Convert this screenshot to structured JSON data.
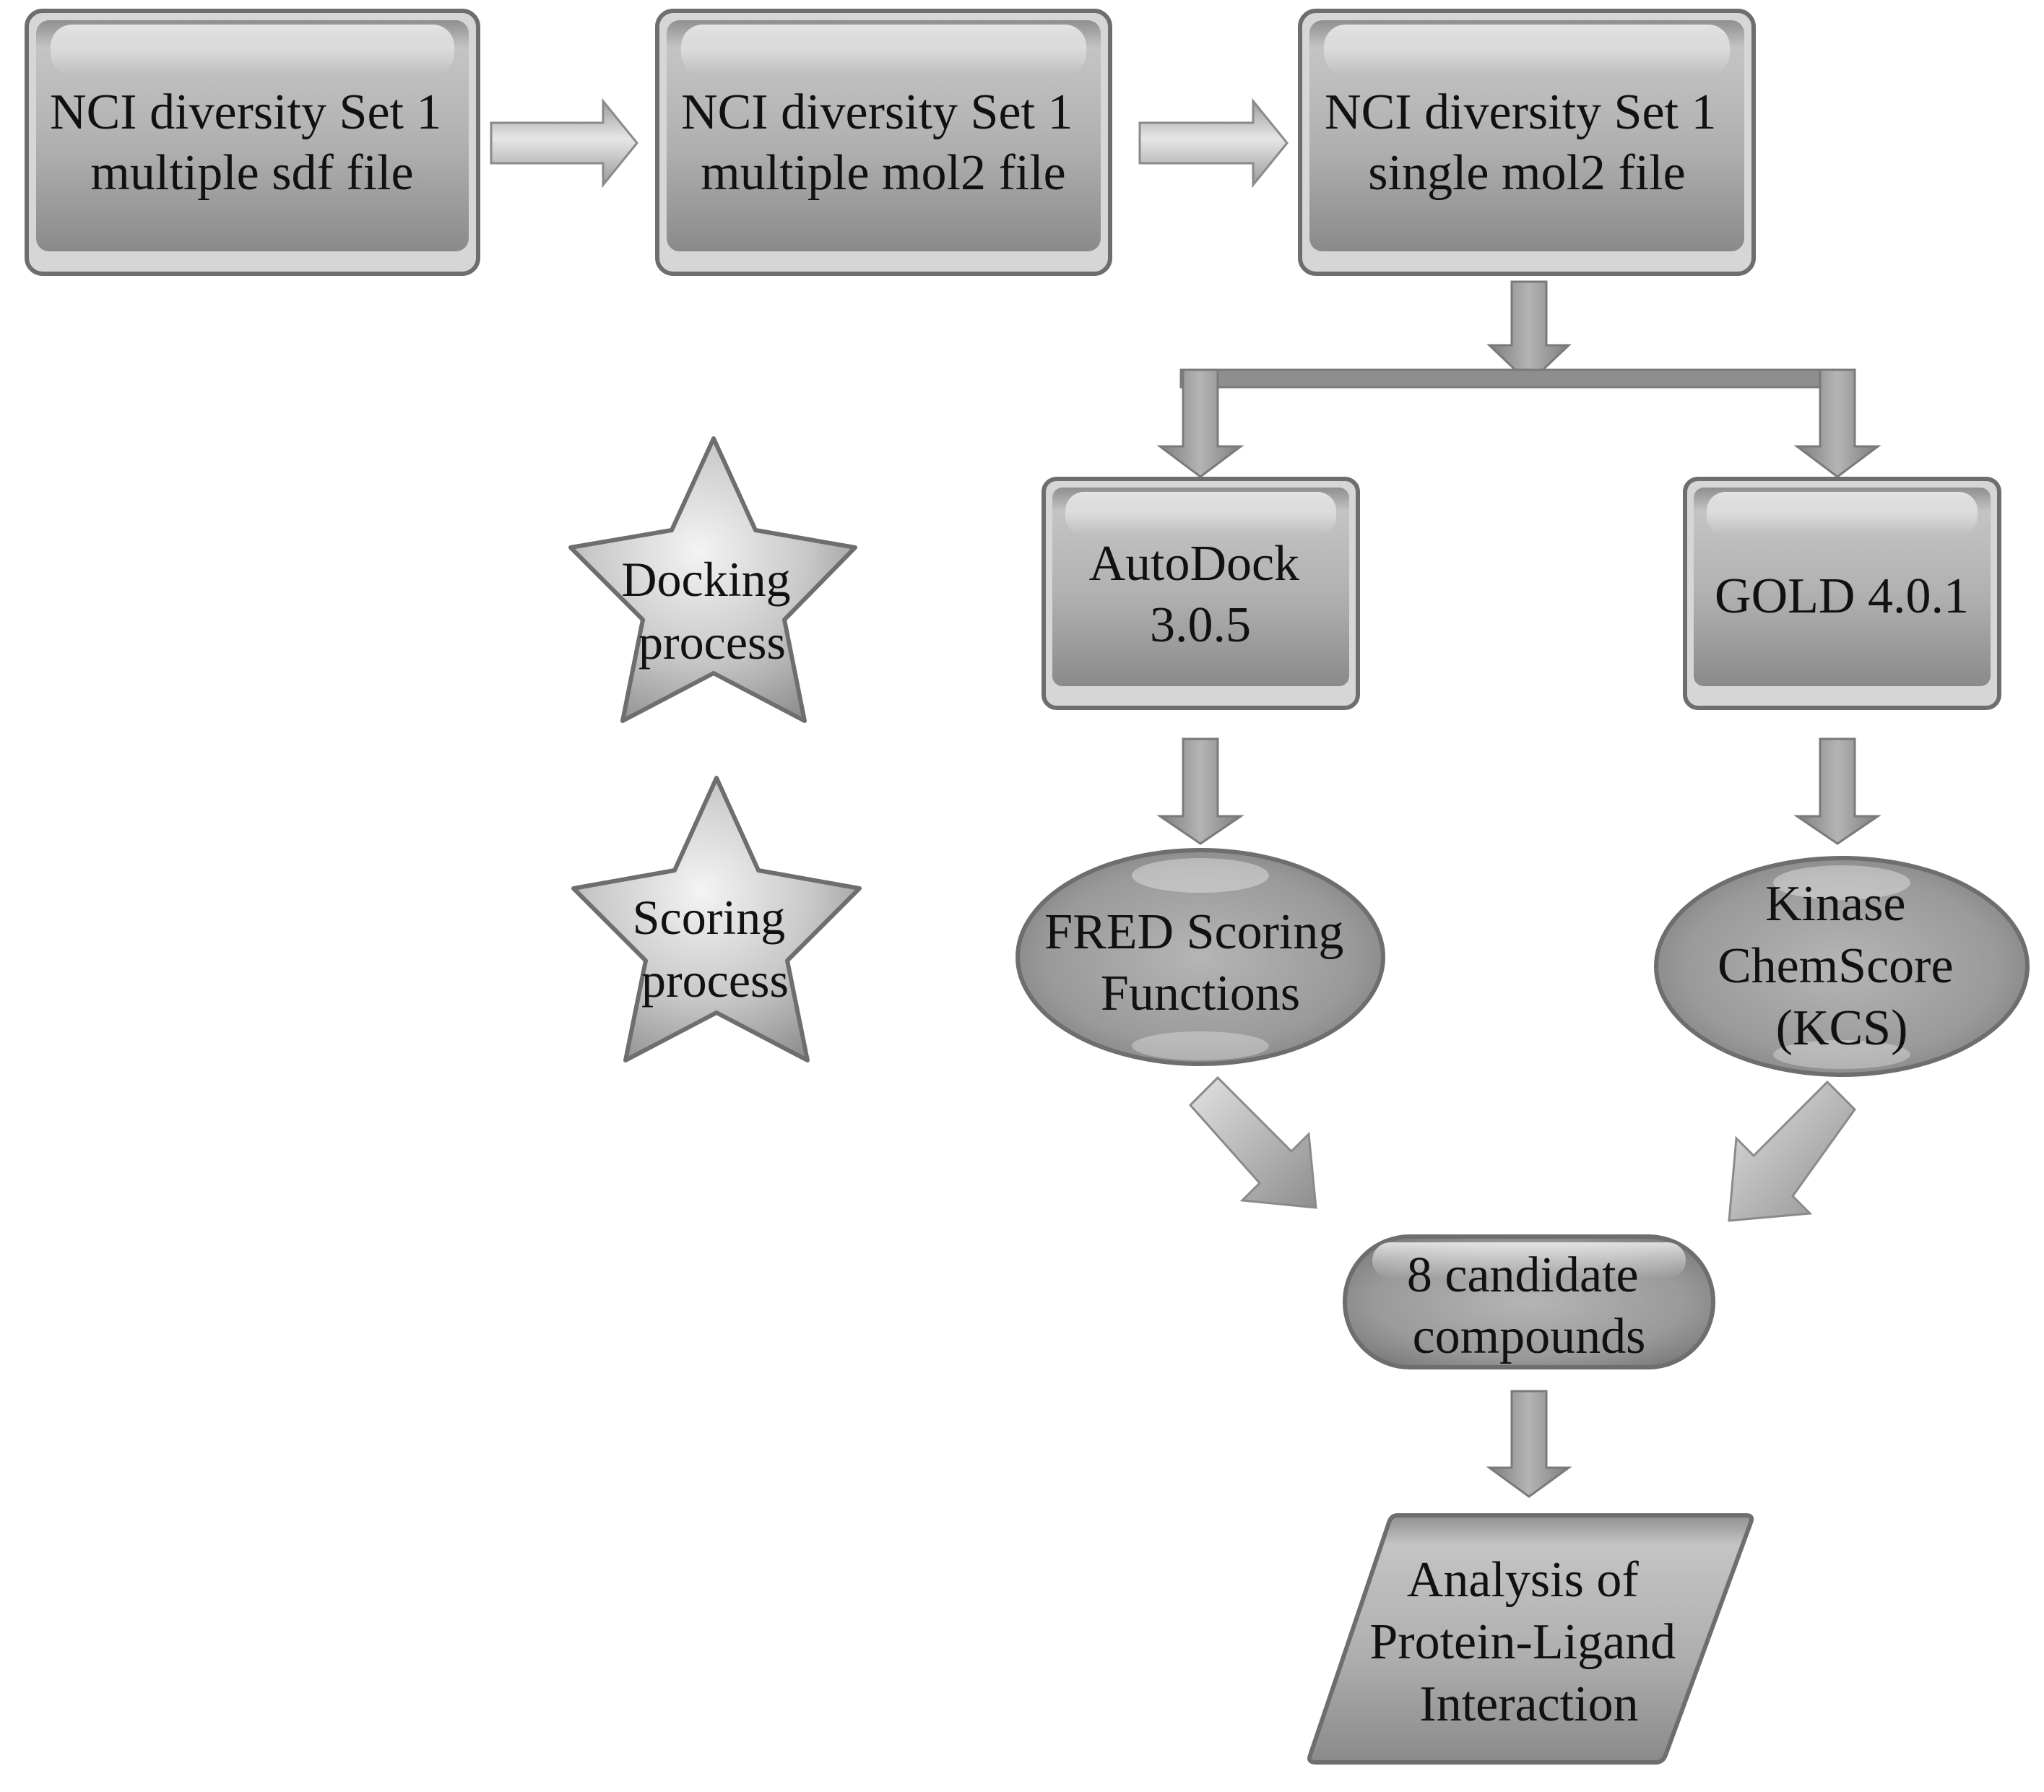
{
  "nodes": {
    "sdf": {
      "lines": [
        "NCI diversity Set 1",
        "multiple sdf file"
      ]
    },
    "mol2multi": {
      "lines": [
        "NCI diversity Set 1",
        "multiple mol2 file"
      ]
    },
    "mol2single": {
      "lines": [
        "NCI diversity Set 1",
        "single mol2 file"
      ]
    },
    "autodock": {
      "lines": [
        "AutoDock",
        "3.0.5"
      ]
    },
    "gold": {
      "lines": [
        "GOLD 4.0.1"
      ]
    },
    "fred": {
      "lines": [
        "FRED Scoring",
        "Functions"
      ]
    },
    "kcs": {
      "lines": [
        "Kinase",
        "ChemScore",
        "(KCS)"
      ]
    },
    "candidates": {
      "lines": [
        "8 candidate",
        "compounds"
      ]
    },
    "analysis": {
      "lines": [
        "Analysis of",
        "Protein-Ligand",
        "Interaction"
      ]
    }
  },
  "legend": {
    "docking": {
      "lines": [
        "Docking",
        "process"
      ]
    },
    "scoring": {
      "lines": [
        "Scoring",
        "process"
      ]
    }
  },
  "colors": {
    "fill_light": "#c9c9c9",
    "fill_dark": "#8c8c8c",
    "stroke": "#6e6e6e",
    "text": "#111111"
  }
}
